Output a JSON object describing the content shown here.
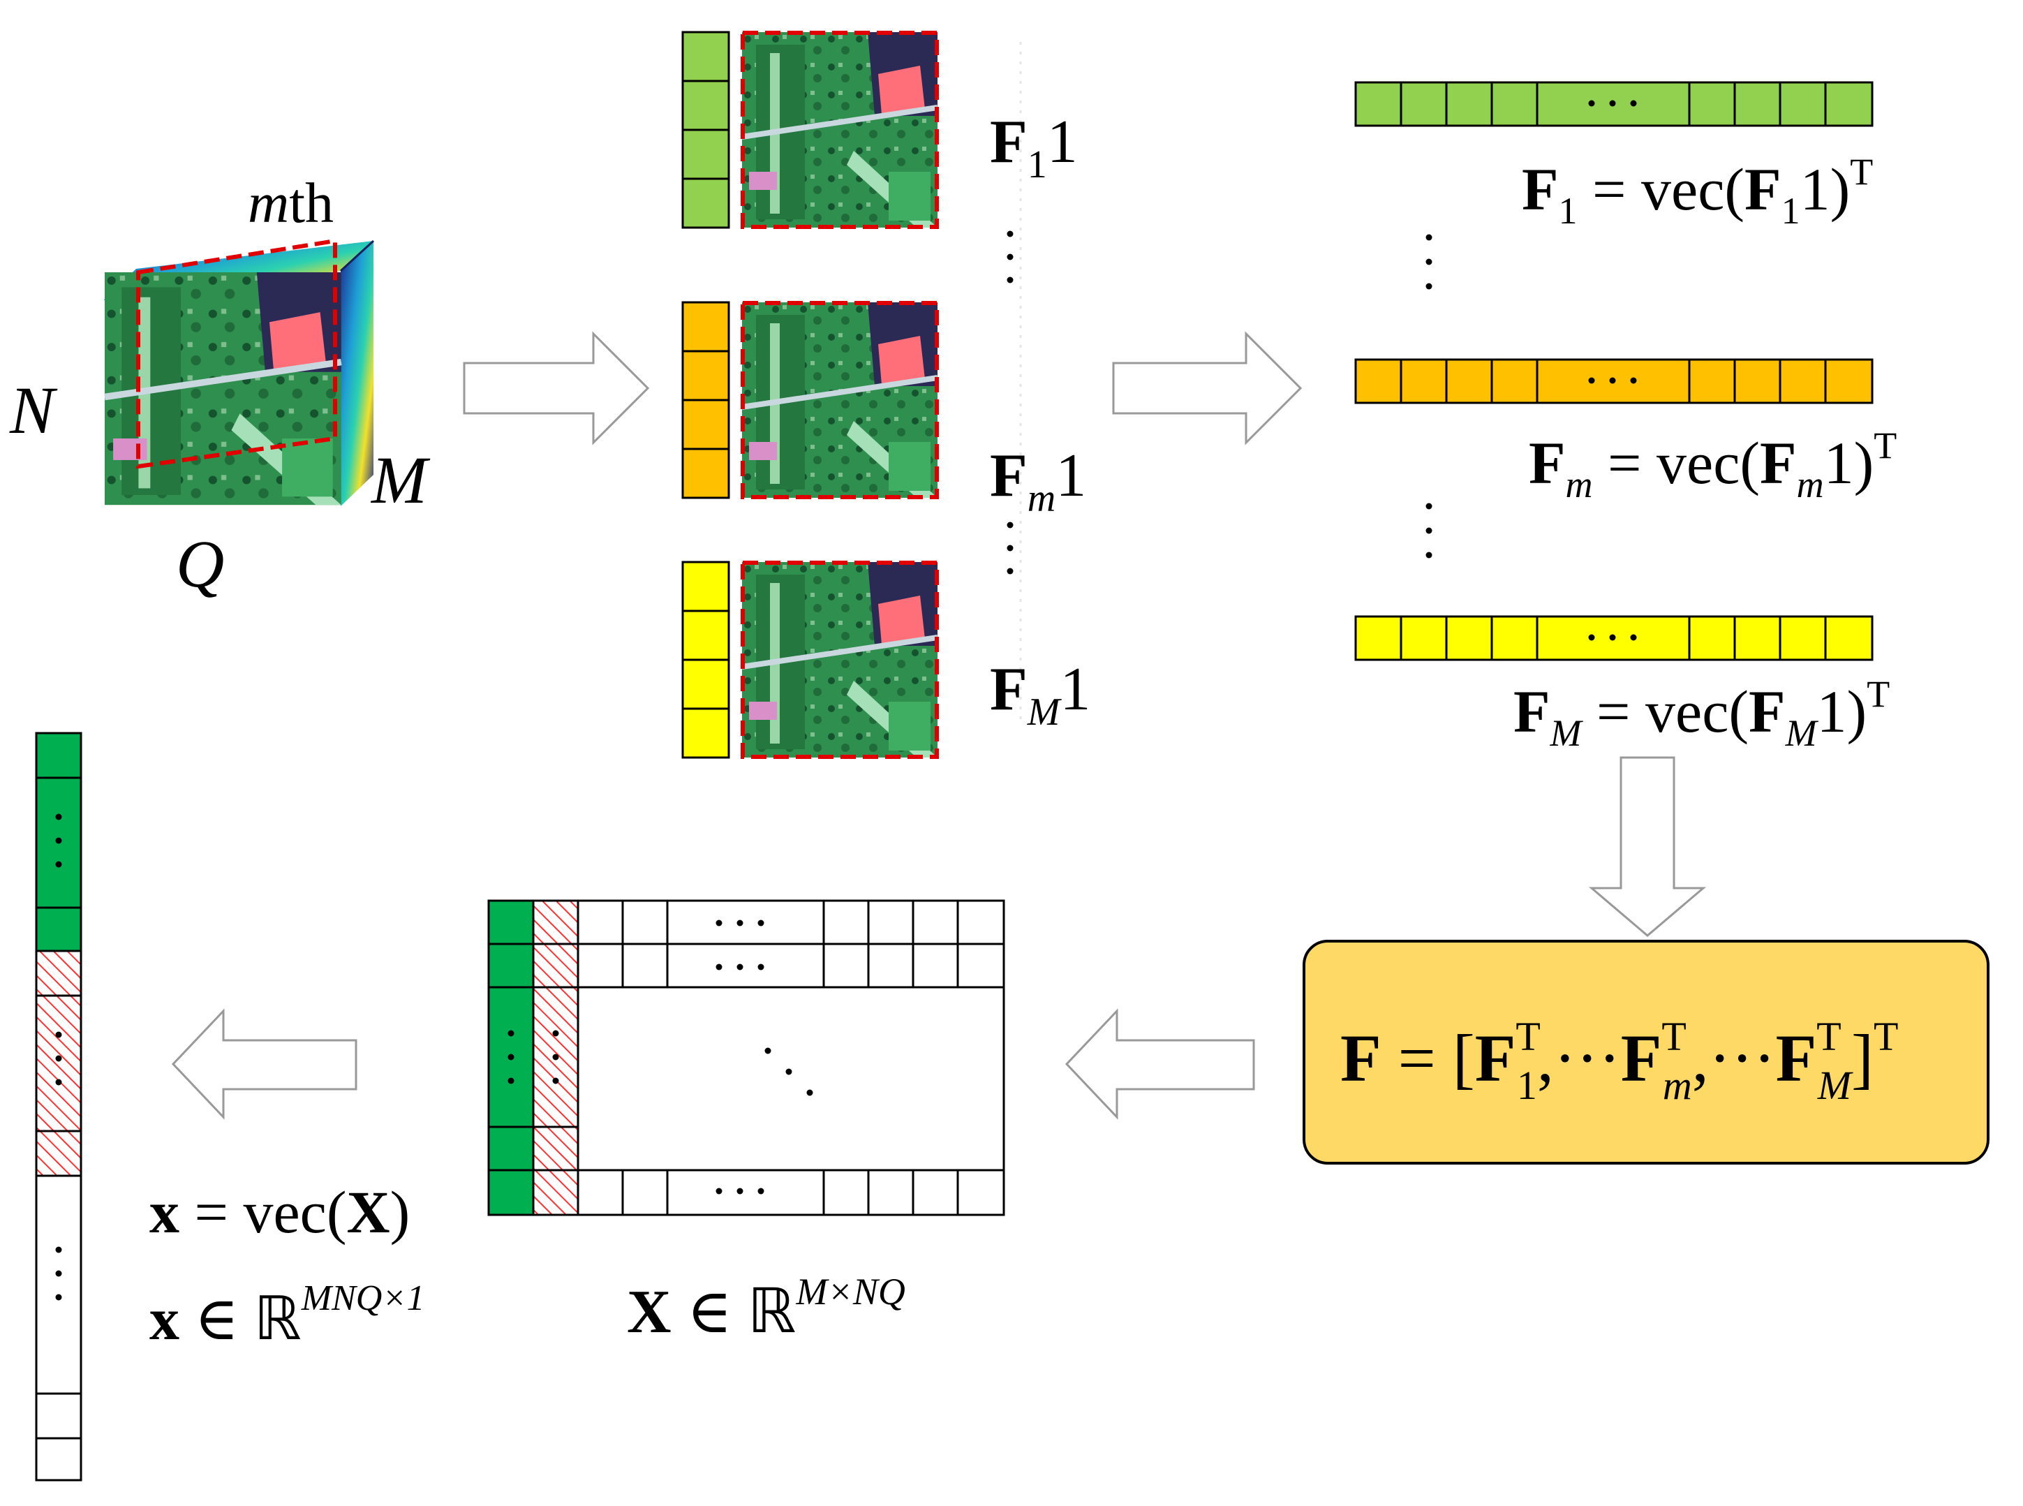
{
  "colors": {
    "green": "#92d050",
    "orange": "#ffc000",
    "yellow": "#ffff00",
    "dark_green": "#00b050",
    "formula_box": "#ffd966",
    "dashed_red": "#e00000",
    "hatch_red": "#ff3030"
  },
  "cube": {
    "label_mth": "mth",
    "label_n": "N",
    "label_m": "M",
    "label_q": "Q"
  },
  "band_labels": [
    {
      "base": "F",
      "sub": "1",
      "tail": "1"
    },
    {
      "base": "F",
      "sub": "m",
      "tail": "1"
    },
    {
      "base": "F",
      "sub": "M",
      "tail": "1"
    }
  ],
  "vec_formulas": [
    {
      "lhs": "F",
      "sub": "1",
      "eq": " = vec(",
      "inner": "F",
      "inner_sub": "1",
      "close": "1)",
      "sup": "T"
    },
    {
      "lhs": "F",
      "sub": "m",
      "eq": " = vec(",
      "inner": "F",
      "inner_sub": "m",
      "close": "1)",
      "sup": "T"
    },
    {
      "lhs": "F",
      "sub": "M",
      "eq": " = vec(",
      "inner": "F",
      "inner_sub": "M",
      "close": "1)",
      "sup": "T"
    }
  ],
  "ellipsis_h": "· · ·",
  "concat_formula": {
    "lhs": "F",
    "eq": " = [",
    "terms": [
      {
        "base": "F",
        "sub": "1",
        "sup": "T",
        "sep": ",···"
      },
      {
        "base": "F",
        "sub": "m",
        "sup": "T",
        "sep": ",···"
      },
      {
        "base": "F",
        "sub": "M",
        "sup": "T",
        "sep": ""
      }
    ],
    "close": "]",
    "sup": "T"
  },
  "matrix_label": {
    "var": "X",
    "in": " ∈ ",
    "set": "ℝ",
    "dim": "M×NQ"
  },
  "vector_labels": {
    "vec_def": {
      "var": "x",
      "eq": " = vec(",
      "arg": "X",
      "close": ")"
    },
    "vec_space": {
      "var": "x",
      "in": " ∈ ",
      "set": "ℝ",
      "dim": "MNQ×1"
    }
  }
}
